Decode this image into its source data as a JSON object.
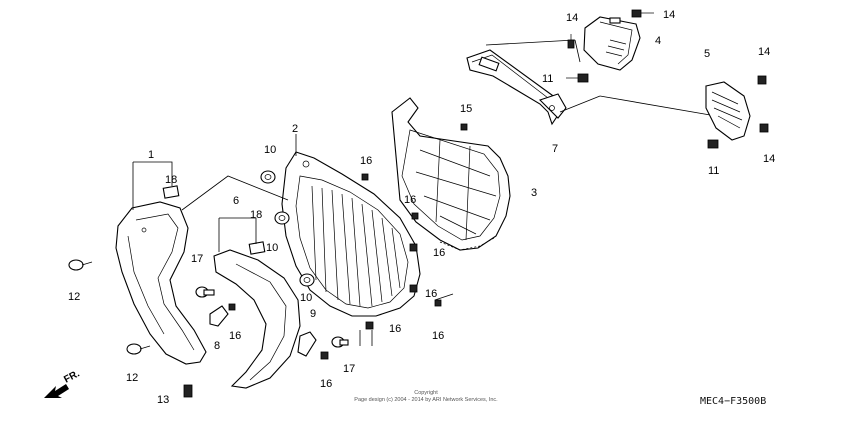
{
  "diagram": {
    "code": "MEC4−F3500B",
    "copyright_title": "Copyright",
    "copyright_line": "Page design (c) 2004 - 2014 by ARI Network Services, Inc.",
    "direction_label": "FR.",
    "callouts": {
      "c1": "1",
      "c2": "2",
      "c3": "3",
      "c4": "4",
      "c5": "5",
      "c6": "6",
      "c7": "7",
      "c8": "8",
      "c9": "9",
      "c10a": "10",
      "c10b": "10",
      "c10c": "10",
      "c11a": "11",
      "c11b": "11",
      "c12a": "12",
      "c12b": "12",
      "c13": "13",
      "c14a": "14",
      "c14b": "14",
      "c14c": "14",
      "c14d": "14",
      "c15": "15",
      "c16a": "16",
      "c16b": "16",
      "c16c": "16",
      "c16d": "16",
      "c16e": "16",
      "c16f": "16",
      "c16g": "16",
      "c17a": "17",
      "c17b": "17",
      "c18a": "18",
      "c18b": "18"
    }
  }
}
